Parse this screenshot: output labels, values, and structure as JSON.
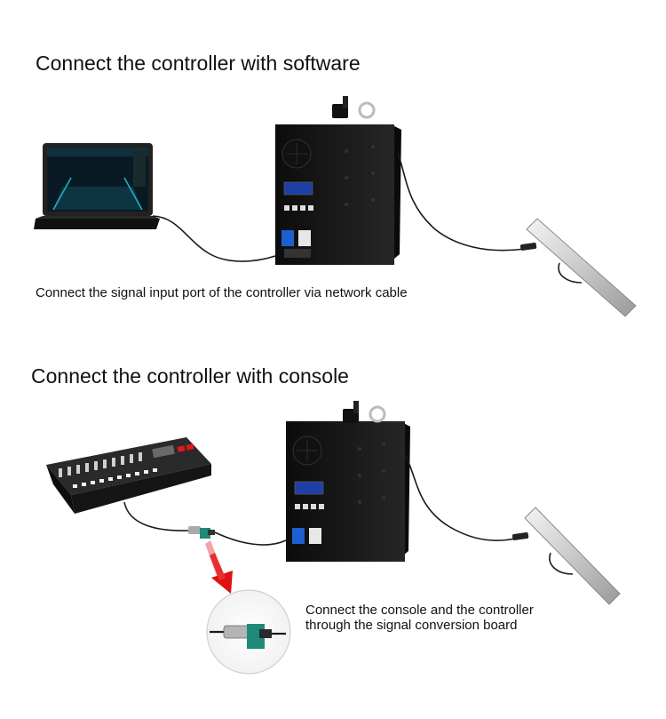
{
  "section_software": {
    "heading": "Connect the controller with software",
    "caption": "Connect the signal input port of the controller via network cable"
  },
  "section_console": {
    "heading": "Connect the controller with console",
    "caption_line1": "Connect the console and the controller",
    "caption_line2": "through the signal conversion board"
  },
  "colors": {
    "device_black": "#161616",
    "cable": "#1a1a1a",
    "arrow_red": "#e01010",
    "display_blue": "#1f3fa8",
    "board_green": "#1f8a78",
    "tube_silver": "#d9d9d9"
  }
}
